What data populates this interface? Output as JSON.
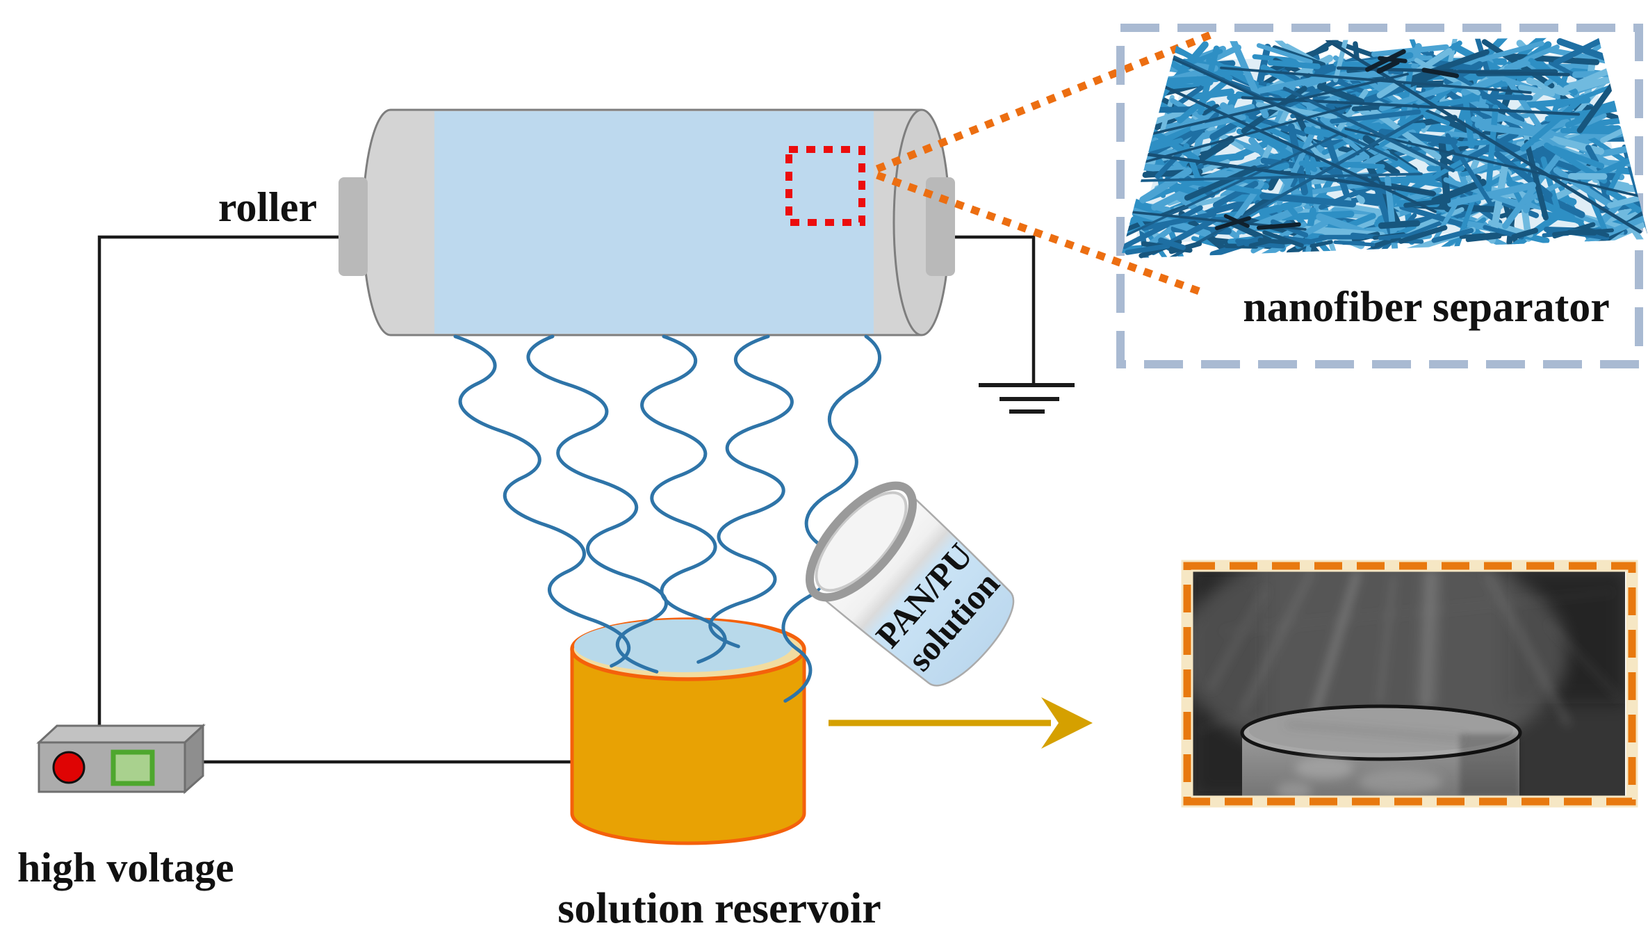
{
  "figure": {
    "labels": {
      "roller": "roller",
      "high_voltage": "high voltage",
      "solution_reservoir": "solution reservoir",
      "nanofiber_separator": "nanofiber separator",
      "beaker_line1": "PAN/PU",
      "beaker_line2": "solution"
    },
    "colors": {
      "roller_drum_blue": "#BDD9EE",
      "roller_gray": "#D4D4D4",
      "roller_cap_gray": "#CFCFCF",
      "roller_hub_gray": "#B9B9B9",
      "outline_gray": "#7E7E7E",
      "wire_black": "#1A1A1A",
      "jet_blue": "#2E74A8",
      "marker_red": "#EC0D0D",
      "dotted_orange": "#EC6E11",
      "inset_dash_blue": "#A9BAD2",
      "mesh_blue": "#2E8FC4",
      "reservoir_orange": "#E8A204",
      "reservoir_rim_orange": "#F4610B",
      "reservoir_cream": "#F2DCA0",
      "reservoir_top_blue": "#B8D9EA",
      "arrow_gold": "#D5A000",
      "photo_dash_orange": "#E8790F",
      "hv_front_gray": "#ACACAC",
      "hv_top_gray": "#C2C2C2",
      "hv_side_gray": "#8E8E8E",
      "hv_red_button": "#DF0404",
      "hv_green_fill": "#A9D18E",
      "hv_green_border": "#4EA72E",
      "beaker_glass_blue": "#C5E0F4",
      "beaker_ring_gray": "#9A9A9A",
      "text_black": "#111111"
    }
  }
}
